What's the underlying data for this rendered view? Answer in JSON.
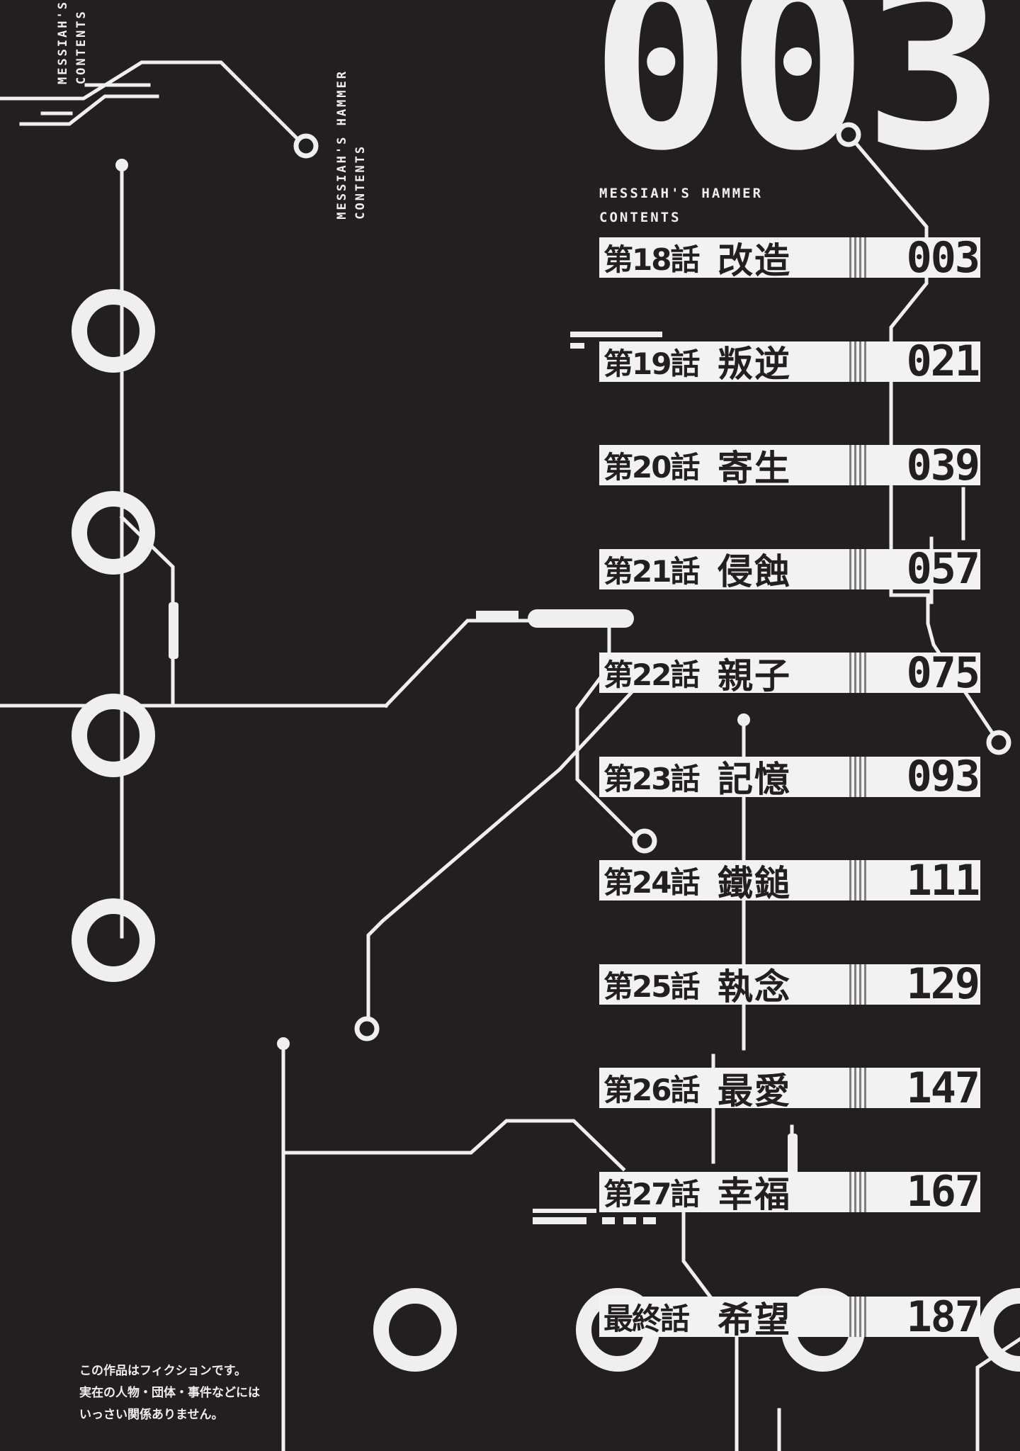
{
  "volume_number": "003",
  "series_title": "MESSIAH'S HAMMER",
  "contents_label": "CONTENTS",
  "corner_label_top": "MESSIAH'S",
  "corner_label_bottom": "CONTENTS",
  "chapters": [
    {
      "number": "第18話",
      "title": "改造",
      "page": "003"
    },
    {
      "number": "第19話",
      "title": "叛逆",
      "page": "021"
    },
    {
      "number": "第20話",
      "title": "寄生",
      "page": "039"
    },
    {
      "number": "第21話",
      "title": "侵蝕",
      "page": "057"
    },
    {
      "number": "第22話",
      "title": "親子",
      "page": "075"
    },
    {
      "number": "第23話",
      "title": "記憶",
      "page": "093"
    },
    {
      "number": "第24話",
      "title": "鐵鎚",
      "page": "111"
    },
    {
      "number": "第25話",
      "title": "執念",
      "page": "129"
    },
    {
      "number": "第26話",
      "title": "最愛",
      "page": "147"
    },
    {
      "number": "第27話",
      "title": "幸福",
      "page": "167"
    },
    {
      "number": "最終話",
      "title": "希望",
      "page": "187"
    }
  ],
  "disclaimer": {
    "line1": "この作品はフィクションです。",
    "line2": "実在の人物・団体・事件などには",
    "line3": "いっさい関係ありません。"
  },
  "colors": {
    "background": "#231f20",
    "foreground": "#f2f2f2"
  }
}
